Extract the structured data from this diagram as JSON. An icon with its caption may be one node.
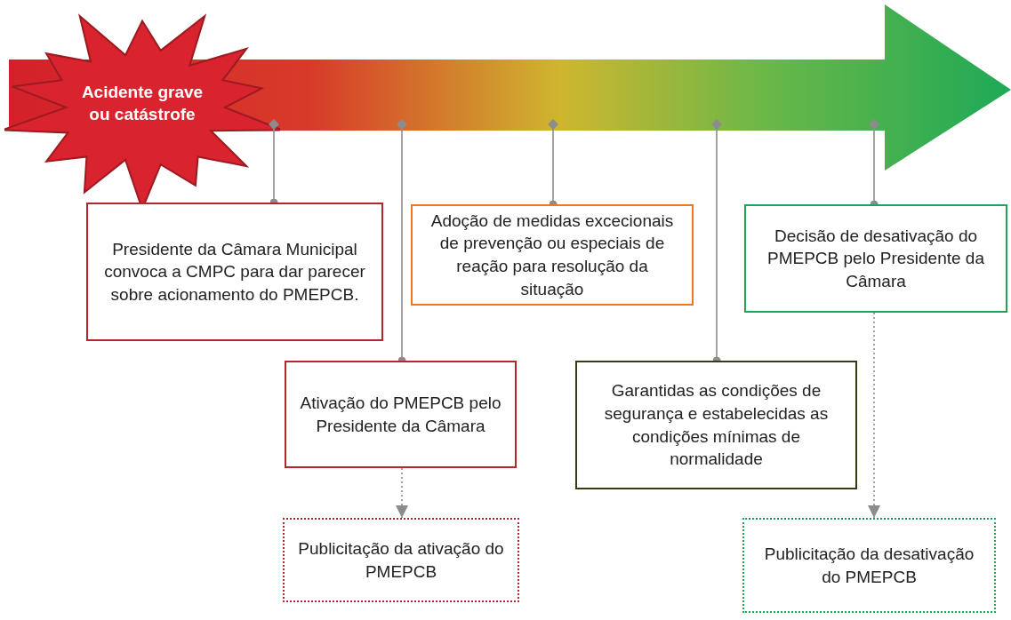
{
  "diagram": {
    "nodes": [
      {
        "text": [],
        "shape": "arrow"
      },
      {
        "text": [
          "Acidente grave ou catástrofe"
        ]
      },
      {
        "text": [
          "Presidente da Câmara Municipal convoca a CMPC para dar parecer sobre acionamento do PMEPCB."
        ]
      },
      {
        "text": [
          "Ativação do PMEPCB pelo Presidente da Câmara"
        ]
      },
      {
        "text": [
          "Adoção de medidas excecionais de prevenção ou especiais de reação para resolução da situação"
        ]
      },
      {
        "text": [
          "Garantidas as condições de segurança e estabelecidas as condições mínimas de normalidade"
        ]
      },
      {
        "text": [
          "Decisão de desativação do PMEPCB pelo Presidente da Câmara"
        ]
      },
      {
        "text": [
          "Publicitação da ativação do PMEPCB"
        ]
      },
      {
        "text": [
          "Publicitação da desativação do PMEPCB"
        ]
      }
    ],
    "edges": [
      {
        "from": 0,
        "to": 2,
        "arrow": "other"
      },
      {
        "from": 0,
        "to": 3,
        "arrow": "other"
      },
      {
        "from": 0,
        "to": 4,
        "arrow": "other"
      },
      {
        "from": 0,
        "to": 5,
        "arrow": "other"
      },
      {
        "from": 0,
        "to": 6,
        "arrow": "other"
      },
      {
        "from": 3,
        "to": 7,
        "arrow": "to",
        "style": "dashed"
      },
      {
        "from": 6,
        "to": 8,
        "arrow": "to",
        "style": "dashed"
      }
    ]
  }
}
